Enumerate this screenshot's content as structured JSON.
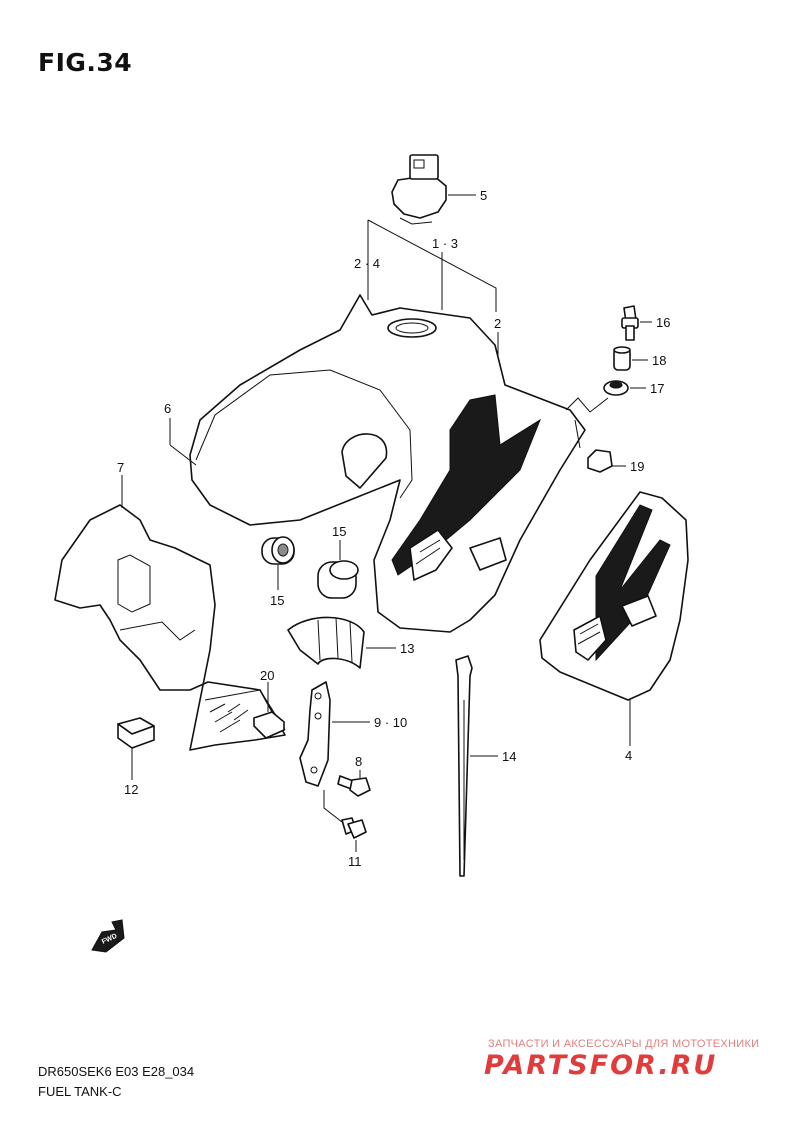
{
  "figure": {
    "title": "FIG.34"
  },
  "callouts": {
    "c5": "5",
    "c13": "1 · 3",
    "c24": "2 · 4",
    "c2": "2",
    "c16": "16",
    "c18": "18",
    "c17": "17",
    "c6": "6",
    "c19": "19",
    "c7": "7",
    "c15a": "15",
    "c15b": "15",
    "c13b": "13",
    "c20": "20",
    "c910": "9 · 10",
    "c8": "8",
    "c12": "12",
    "c14": "14",
    "c4": "4",
    "c11": "11"
  },
  "fwd_arrow": {
    "label": "FWD"
  },
  "footer": {
    "model_code": "DR650SEK6 E03 E28_034",
    "section": "FUEL TANK-C"
  },
  "watermark": {
    "tagline": "ЗАПЧАСТИ И АКСЕССУАРЫ ДЛЯ МОТОТЕХНИКИ",
    "brand": "PARTSFOR.RU"
  }
}
